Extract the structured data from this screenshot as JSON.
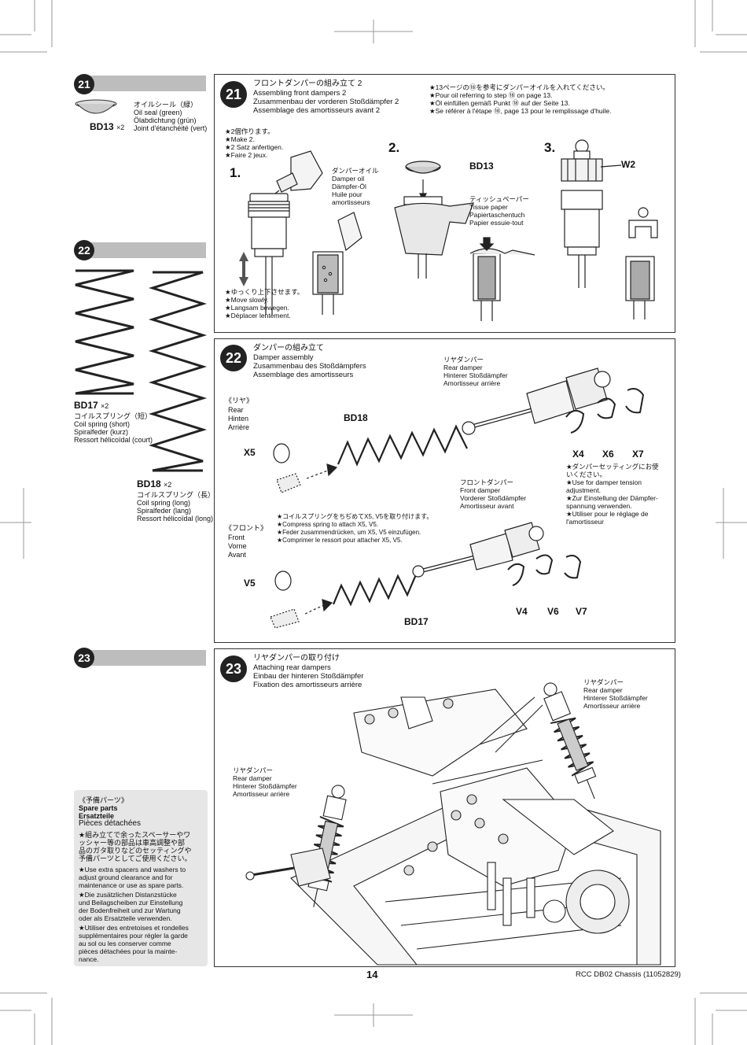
{
  "page": {
    "number": "14",
    "footer": "RCC DB02 Chassis (11052829)"
  },
  "left": {
    "s21": {
      "num": "21",
      "part_id": "BD13",
      "qty": "×2",
      "names": [
        "オイルシール（緑）",
        "Oil seal (green)",
        "Ölabdichtung (grün)",
        "Joint d'étanchéité (vert)"
      ]
    },
    "s22": {
      "num": "22",
      "bd17": {
        "id": "BD17",
        "qty": "×2",
        "names": [
          "コイルスプリング（短）",
          "Coil spring (short)",
          "Spiralfeder (kurz)",
          "Ressort hélicoïdal (court)"
        ]
      },
      "bd18": {
        "id": "BD18",
        "qty": "×2",
        "names": [
          "コイルスプリング（長）",
          "Coil spring (long)",
          "Spiralfeder (lang)",
          "Ressort hélicoïdal (long)"
        ]
      }
    },
    "s23": {
      "num": "23"
    },
    "spare": {
      "title": [
        "《予備パーツ》",
        "Spare parts",
        "Ersatzteile",
        "Pièces détachées"
      ],
      "lines": [
        "★組み立てで余ったスペーサーやワ",
        "ッシャー等の部品は車高調整や部",
        "品のガタ取りなどのセッティングや",
        "予備パーツとしてご使用ください。",
        "★Use extra spacers and washers to",
        "adjust ground clearance and for",
        "maintenance or use as spare parts.",
        "★Die zusätzlichen Distanzstücke",
        "und Beilagscheiben zur Einstellung",
        "der Bodenfreiheit und zur Wartung",
        "oder als Ersatzteile verwenden.",
        "★Utiliser des entretoises et rondelles",
        "supplémentaires pour régler la garde",
        "au sol ou les conserver comme",
        "pièces détachées pour la mainte-",
        "nance."
      ]
    }
  },
  "step21": {
    "num": "21",
    "title": [
      "フロントダンパーの組み立て 2",
      "Assembling front dampers 2",
      "Zusammenbau der vorderen Stoßdämpfer 2",
      "Assemblage des amortisseurs avant 2"
    ],
    "oilnote": [
      "★13ページの⑱を参考にダンパーオイルを入れてください。",
      "★Pour oil referring to step ⑱ on page 13.",
      "★Öl einfüllen gemäß Punkt ⑱ auf der Seite 13.",
      "★Se référer à l'étape ⑱, page 13 pour le remplissage d'huile."
    ],
    "make2": [
      "★2個作ります。",
      "★Make 2.",
      "★2 Satz anfertigen.",
      "★Faire 2 jeux."
    ],
    "sub1": "1.",
    "sub2": "2.",
    "sub3": "3.",
    "oil_label": [
      "ダンパーオイル",
      "Damper oil",
      "Dämpfer-Öl",
      "Huile pour",
      "amortisseurs"
    ],
    "bd13": "BD13",
    "tissue": [
      "ティッシュペーパー",
      "Tissue paper",
      "Papiertaschentuch",
      "Papier essuie-tout"
    ],
    "w2": "W2",
    "move": [
      "★ゆっくり上下させます。",
      "★Move slowly.",
      "★Langsam bewegen.",
      "★Déplacer lentement."
    ]
  },
  "step22": {
    "num": "22",
    "title": [
      "ダンパーの組み立て",
      "Damper assembly",
      "Zusammenbau des Stoßdämpfers",
      "Assemblage des amortisseurs"
    ],
    "rear_damper": [
      "リヤダンパー",
      "Rear damper",
      "Hinterer Stoßdämpfer",
      "Amortisseur arrière"
    ],
    "rear_tag": [
      "《リヤ》",
      "Rear",
      "Hinten",
      "Arrière"
    ],
    "bd18": "BD18",
    "x5": "X5",
    "x4": "X4",
    "x6": "X6",
    "x7": "X7",
    "tension": [
      "★ダンパーセッティングにお使",
      "いください。",
      "★Use for damper tension",
      "adjustment.",
      "★Zur Einstellung der Dämpfer-",
      "spannung verwenden.",
      "★Utiliser pour le réglage de",
      "l'amortisseur"
    ],
    "front_damper": [
      "フロントダンパー",
      "Front damper",
      "Vorderer Stoßdämpfer",
      "Amortisseur avant"
    ],
    "compress": [
      "★コイルスプリングをちぢめてX5, V5を取り付けます。",
      "★Compress spring to attach X5, V5.",
      "★Feder zusammendrücken, um X5, V5 einzufügen.",
      "★Comprimer le ressort pour attacher X5, V5."
    ],
    "front_tag": [
      "《フロント》",
      "Front",
      "Vorne",
      "Avant"
    ],
    "v5": "V5",
    "v4": "V4",
    "v6": "V6",
    "v7": "V7",
    "bd17": "BD17"
  },
  "step23": {
    "num": "23",
    "title": [
      "リヤダンパーの取り付け",
      "Attaching rear dampers",
      "Einbau der hinteren Stoßdämpfer",
      "Fixation des amortisseurs arrière"
    ],
    "rd_right": [
      "リヤダンパー",
      "Rear damper",
      "Hinterer Stoßdämpfer",
      "Amortisseur arrière"
    ],
    "rd_left": [
      "リヤダンパー",
      "Rear damper",
      "Hinterer Stoßdämpfer",
      "Amortisseur arrière"
    ]
  }
}
